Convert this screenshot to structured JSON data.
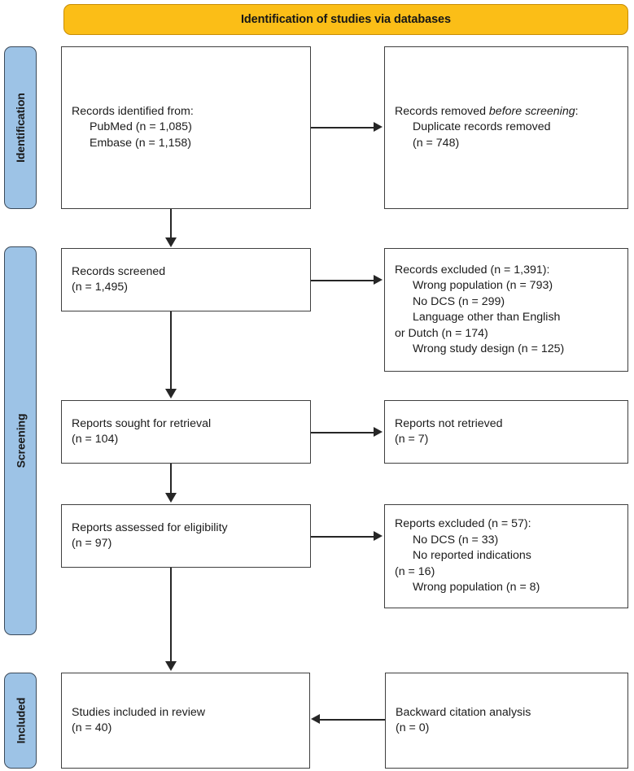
{
  "banner": {
    "title": "Identification of studies via databases",
    "background_color": "#FBBE17",
    "border_color": "#C78D06"
  },
  "stages": {
    "background_color": "#9DC3E6",
    "border_color": "#3B4A5A",
    "identification": "Identification",
    "screening": "Screening",
    "included": "Included"
  },
  "boxes": {
    "identified": {
      "line1": "Records identified from:",
      "line2": "PubMed (n = 1,085)",
      "line3": "Embase (n = 1,158)"
    },
    "removed": {
      "line1": "Records removed ",
      "line1_italic": "before screening",
      "line1_end": ":",
      "line2": "Duplicate records removed",
      "line3": "(n = 748)"
    },
    "screened": {
      "line1": "Records screened",
      "line2": "(n = 1,495)"
    },
    "excluded_records": {
      "line1": "Records excluded (n = 1,391):",
      "line2": "Wrong population (n = 793)",
      "line3": "No DCS (n = 299)",
      "line4": "Language other than English",
      "line5": "or Dutch (n = 174)",
      "line6": "Wrong study design (n = 125)"
    },
    "sought": {
      "line1": "Reports sought for retrieval",
      "line2": "(n = 104)"
    },
    "not_retrieved": {
      "line1": "Reports not retrieved",
      "line2": "(n = 7)"
    },
    "assessed": {
      "line1": "Reports assessed for eligibility",
      "line2": "(n = 97)"
    },
    "excluded_reports": {
      "line1": "Reports excluded (n = 57):",
      "line2": "No DCS (n = 33)",
      "line3": "No reported indications",
      "line4": "(n = 16)",
      "line5": "Wrong population (n = 8)"
    },
    "included": {
      "line1": "Studies included in review",
      "line2": "(n = 40)"
    },
    "backward": {
      "line1": "Backward citation analysis",
      "line2": "(n = 0)"
    }
  }
}
